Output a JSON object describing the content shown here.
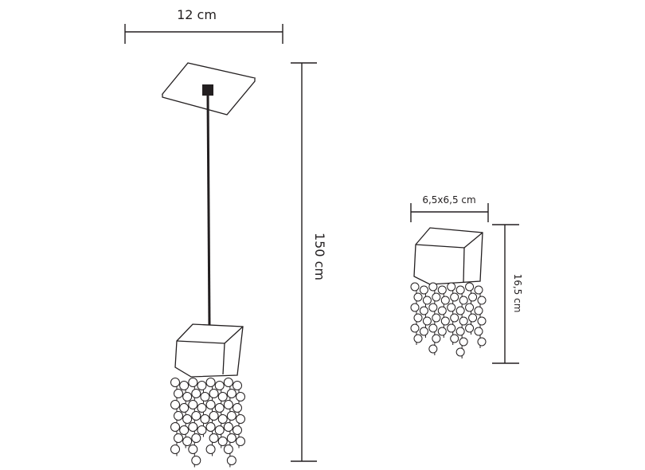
{
  "dimensions": {
    "canopy_width": "12 cm",
    "total_height": "150 cm",
    "shade_size": "6,5x6,5 cm",
    "shade_height": "16,5 cm"
  },
  "colors": {
    "line": "#231f20",
    "background": "#ffffff"
  }
}
